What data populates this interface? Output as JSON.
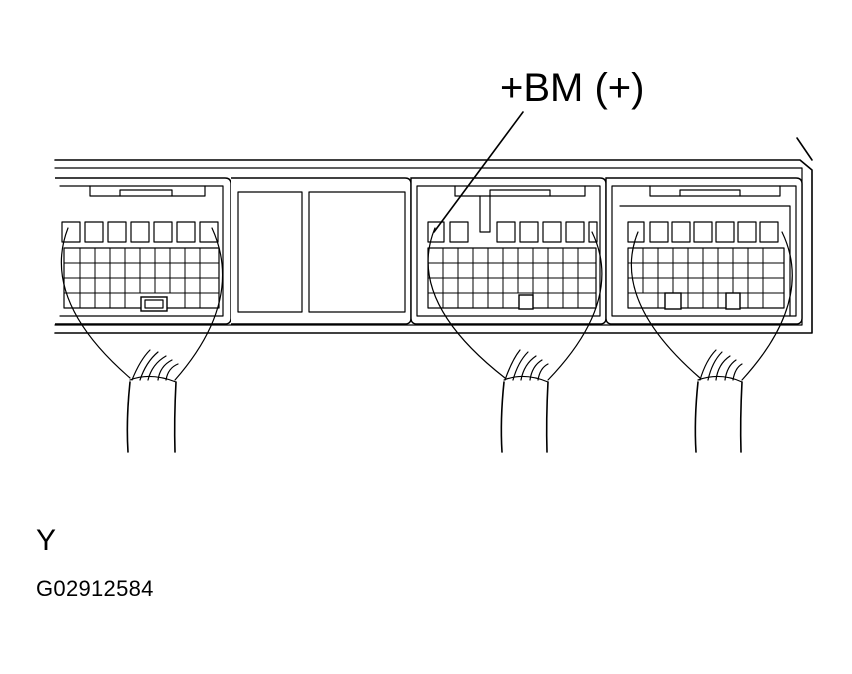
{
  "labels": {
    "terminal": "+BM (+)",
    "connector_code": "Y",
    "figure_code": "G02912584"
  },
  "colors": {
    "line": "#000000",
    "background": "#ffffff"
  },
  "connectors": [
    {
      "name": "left-connector"
    },
    {
      "name": "middle-connector"
    },
    {
      "name": "right-connector"
    }
  ]
}
